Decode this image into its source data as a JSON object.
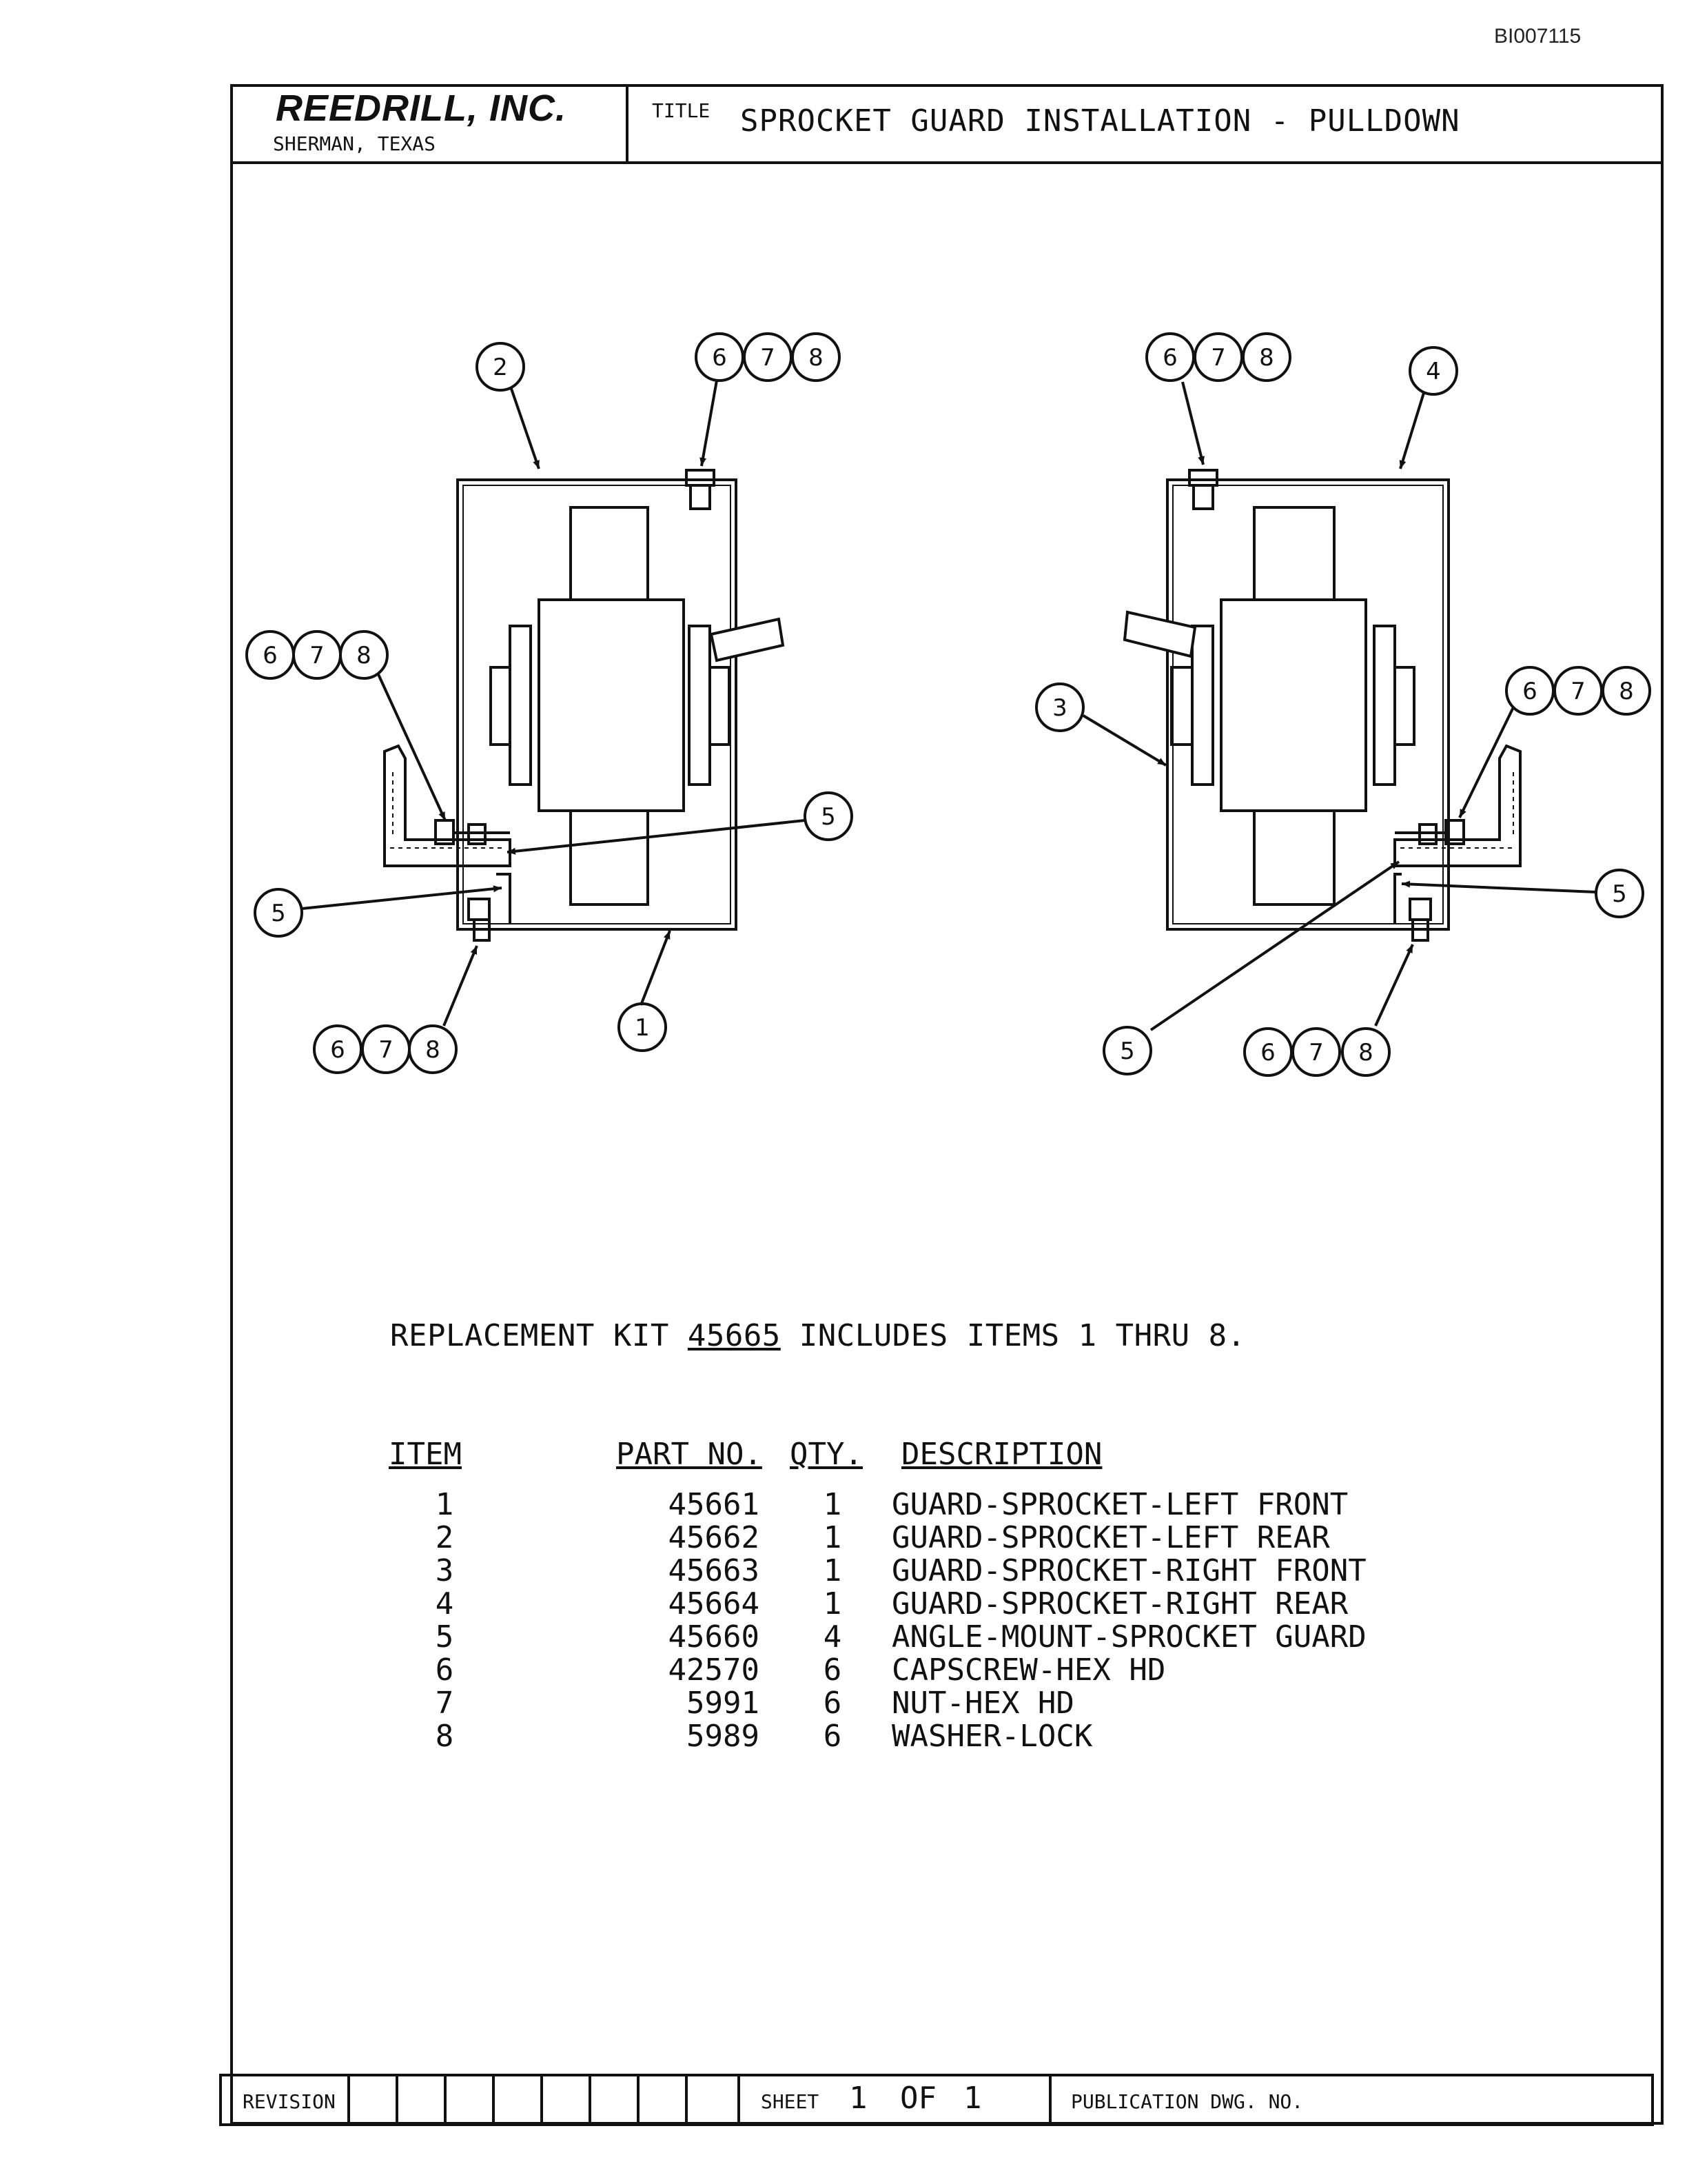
{
  "doc_id": "BI007115",
  "title_block": {
    "company": "REEDRILL, INC.",
    "location": "SHERMAN, TEXAS",
    "title_label": "TITLE",
    "title": "SPROCKET GUARD INSTALLATION - PULLDOWN"
  },
  "drawing": {
    "callouts": {
      "item1": "1",
      "item2": "2",
      "item3": "3",
      "item4": "4",
      "item5": "5",
      "item6": "6",
      "item7": "7",
      "item8": "8"
    }
  },
  "kit_note": {
    "prefix": "REPLACEMENT KIT ",
    "kit_number": "45665",
    "suffix": " INCLUDES ITEMS 1 THRU 8."
  },
  "parts_table": {
    "headers": {
      "item": "ITEM",
      "part_no": "PART NO.",
      "qty": "QTY.",
      "description": "DESCRIPTION"
    },
    "rows": [
      {
        "item": "1",
        "part_no": "45661",
        "qty": "1",
        "description": "GUARD-SPROCKET-LEFT FRONT"
      },
      {
        "item": "2",
        "part_no": "45662",
        "qty": "1",
        "description": "GUARD-SPROCKET-LEFT REAR"
      },
      {
        "item": "3",
        "part_no": "45663",
        "qty": "1",
        "description": "GUARD-SPROCKET-RIGHT FRONT"
      },
      {
        "item": "4",
        "part_no": "45664",
        "qty": "1",
        "description": "GUARD-SPROCKET-RIGHT REAR"
      },
      {
        "item": "5",
        "part_no": "45660",
        "qty": "4",
        "description": "ANGLE-MOUNT-SPROCKET GUARD"
      },
      {
        "item": "6",
        "part_no": "42570",
        "qty": "6",
        "description": "CAPSCREW-HEX HD"
      },
      {
        "item": "7",
        "part_no": "5991",
        "qty": "6",
        "description": "NUT-HEX HD"
      },
      {
        "item": "8",
        "part_no": "5989",
        "qty": "6",
        "description": "WASHER-LOCK"
      }
    ]
  },
  "bottom_block": {
    "revision_label": "REVISION",
    "sheet_label": "SHEET",
    "sheet_number": "1",
    "sheet_of": "OF",
    "sheet_total": "1",
    "publication_label": "PUBLICATION DWG. NO."
  }
}
